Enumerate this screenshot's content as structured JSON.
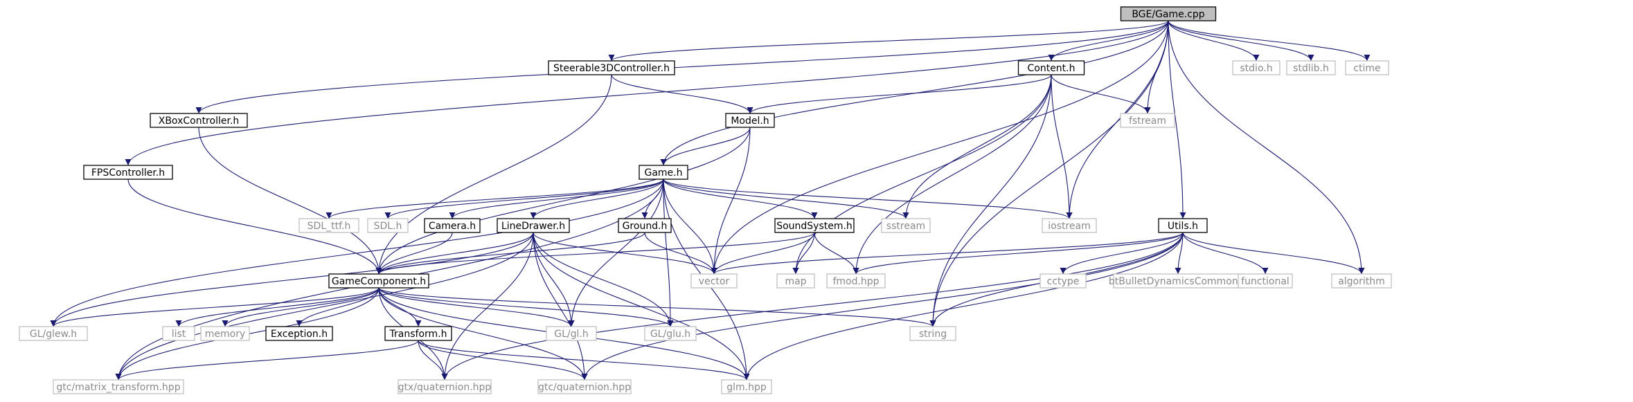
{
  "graph": {
    "title": "",
    "colors": {
      "edge": "#191970",
      "main_fill": "#bfbfbf",
      "doc_border": "#000000",
      "ext_border": "#bfbfbf",
      "ext_text": "#8a8a8a"
    },
    "nodes": [
      {
        "id": "game_cpp",
        "label": "BGE/Game.cpp",
        "kind": "main"
      },
      {
        "id": "steerable",
        "label": "Steerable3DController.h",
        "kind": "doc"
      },
      {
        "id": "content",
        "label": "Content.h",
        "kind": "doc"
      },
      {
        "id": "stdio",
        "label": "stdio.h",
        "kind": "ext"
      },
      {
        "id": "stdlib",
        "label": "stdlib.h",
        "kind": "ext"
      },
      {
        "id": "ctime",
        "label": "ctime",
        "kind": "ext"
      },
      {
        "id": "xbox",
        "label": "XBoxController.h",
        "kind": "doc"
      },
      {
        "id": "model",
        "label": "Model.h",
        "kind": "doc"
      },
      {
        "id": "fstream",
        "label": "fstream",
        "kind": "ext"
      },
      {
        "id": "fps",
        "label": "FPSController.h",
        "kind": "doc"
      },
      {
        "id": "game_h",
        "label": "Game.h",
        "kind": "doc"
      },
      {
        "id": "sdl_ttf",
        "label": "SDL_ttf.h",
        "kind": "ext"
      },
      {
        "id": "sdl",
        "label": "SDL.h",
        "kind": "ext"
      },
      {
        "id": "camera",
        "label": "Camera.h",
        "kind": "doc"
      },
      {
        "id": "linedrawer",
        "label": "LineDrawer.h",
        "kind": "doc"
      },
      {
        "id": "ground",
        "label": "Ground.h",
        "kind": "doc"
      },
      {
        "id": "sound",
        "label": "SoundSystem.h",
        "kind": "doc"
      },
      {
        "id": "sstream",
        "label": "sstream",
        "kind": "ext"
      },
      {
        "id": "iostream",
        "label": "iostream",
        "kind": "ext"
      },
      {
        "id": "utils",
        "label": "Utils.h",
        "kind": "doc"
      },
      {
        "id": "vector",
        "label": "vector",
        "kind": "ext"
      },
      {
        "id": "map",
        "label": "map",
        "kind": "ext"
      },
      {
        "id": "fmod",
        "label": "fmod.hpp",
        "kind": "ext"
      },
      {
        "id": "cctype",
        "label": "cctype",
        "kind": "ext"
      },
      {
        "id": "btbullet",
        "label": "btBulletDynamicsCommon.h",
        "kind": "ext"
      },
      {
        "id": "functional",
        "label": "functional",
        "kind": "ext"
      },
      {
        "id": "algorithm",
        "label": "algorithm",
        "kind": "ext"
      },
      {
        "id": "gamecomp",
        "label": "GameComponent.h",
        "kind": "doc"
      },
      {
        "id": "glew",
        "label": "GL/glew.h",
        "kind": "ext"
      },
      {
        "id": "list",
        "label": "list",
        "kind": "ext"
      },
      {
        "id": "memory",
        "label": "memory",
        "kind": "ext"
      },
      {
        "id": "exception",
        "label": "Exception.h",
        "kind": "doc"
      },
      {
        "id": "gl",
        "label": "GL/gl.h",
        "kind": "ext"
      },
      {
        "id": "glu",
        "label": "GL/glu.h",
        "kind": "ext"
      },
      {
        "id": "string",
        "label": "string",
        "kind": "ext"
      },
      {
        "id": "transform",
        "label": "Transform.h",
        "kind": "doc"
      },
      {
        "id": "matrix_t",
        "label": "gtc/matrix_transform.hpp",
        "kind": "ext"
      },
      {
        "id": "gtx_q",
        "label": "gtx/quaternion.hpp",
        "kind": "ext"
      },
      {
        "id": "gtc_q",
        "label": "gtc/quaternion.hpp",
        "kind": "ext"
      },
      {
        "id": "glm",
        "label": "glm.hpp",
        "kind": "ext"
      }
    ],
    "edges": [
      [
        "game_cpp",
        "steerable"
      ],
      [
        "game_cpp",
        "content"
      ],
      [
        "game_cpp",
        "stdio"
      ],
      [
        "game_cpp",
        "stdlib"
      ],
      [
        "game_cpp",
        "ctime"
      ],
      [
        "game_cpp",
        "xbox"
      ],
      [
        "game_cpp",
        "fps"
      ],
      [
        "game_cpp",
        "game_h"
      ],
      [
        "game_cpp",
        "fstream"
      ],
      [
        "game_cpp",
        "iostream"
      ],
      [
        "game_cpp",
        "utils"
      ],
      [
        "game_cpp",
        "algorithm"
      ],
      [
        "game_cpp",
        "string"
      ],
      [
        "game_cpp",
        "vector"
      ],
      [
        "steerable",
        "model"
      ],
      [
        "steerable",
        "gamecomp"
      ],
      [
        "content",
        "model"
      ],
      [
        "content",
        "fstream"
      ],
      [
        "content",
        "sstream"
      ],
      [
        "content",
        "iostream"
      ],
      [
        "content",
        "fmod"
      ],
      [
        "content",
        "map"
      ],
      [
        "content",
        "string"
      ],
      [
        "xbox",
        "gamecomp"
      ],
      [
        "model",
        "game_h"
      ],
      [
        "model",
        "vector"
      ],
      [
        "model",
        "gamecomp"
      ],
      [
        "fps",
        "gamecomp"
      ],
      [
        "game_h",
        "sdl_ttf"
      ],
      [
        "game_h",
        "sdl"
      ],
      [
        "game_h",
        "camera"
      ],
      [
        "game_h",
        "linedrawer"
      ],
      [
        "game_h",
        "ground"
      ],
      [
        "game_h",
        "sound"
      ],
      [
        "game_h",
        "sstream"
      ],
      [
        "game_h",
        "iostream"
      ],
      [
        "game_h",
        "vector"
      ],
      [
        "game_h",
        "gl"
      ],
      [
        "game_h",
        "glu"
      ],
      [
        "game_h",
        "glew"
      ],
      [
        "game_h",
        "matrix_t"
      ],
      [
        "game_h",
        "glm"
      ],
      [
        "camera",
        "gamecomp"
      ],
      [
        "linedrawer",
        "gamecomp"
      ],
      [
        "linedrawer",
        "vector"
      ],
      [
        "linedrawer",
        "glew"
      ],
      [
        "linedrawer",
        "gl"
      ],
      [
        "linedrawer",
        "glu"
      ],
      [
        "linedrawer",
        "gtx_q"
      ],
      [
        "linedrawer",
        "gtc_q"
      ],
      [
        "linedrawer",
        "glm"
      ],
      [
        "linedrawer",
        "matrix_t"
      ],
      [
        "ground",
        "gamecomp"
      ],
      [
        "ground",
        "vector"
      ],
      [
        "sound",
        "gamecomp"
      ],
      [
        "sound",
        "vector"
      ],
      [
        "sound",
        "map"
      ],
      [
        "sound",
        "fmod"
      ],
      [
        "utils",
        "vector"
      ],
      [
        "utils",
        "fmod"
      ],
      [
        "utils",
        "cctype"
      ],
      [
        "utils",
        "btbullet"
      ],
      [
        "utils",
        "functional"
      ],
      [
        "utils",
        "algorithm"
      ],
      [
        "utils",
        "string"
      ],
      [
        "utils",
        "gtx_q"
      ],
      [
        "utils",
        "gtc_q"
      ],
      [
        "utils",
        "glm"
      ],
      [
        "gamecomp",
        "glew"
      ],
      [
        "gamecomp",
        "list"
      ],
      [
        "gamecomp",
        "memory"
      ],
      [
        "gamecomp",
        "exception"
      ],
      [
        "gamecomp",
        "gl"
      ],
      [
        "gamecomp",
        "glu"
      ],
      [
        "gamecomp",
        "string"
      ],
      [
        "gamecomp",
        "transform"
      ],
      [
        "gamecomp",
        "matrix_t"
      ],
      [
        "gamecomp",
        "gtx_q"
      ],
      [
        "gamecomp",
        "gtc_q"
      ],
      [
        "gamecomp",
        "glm"
      ],
      [
        "transform",
        "matrix_t"
      ],
      [
        "transform",
        "gtx_q"
      ],
      [
        "transform",
        "gtc_q"
      ],
      [
        "transform",
        "glm"
      ]
    ]
  }
}
